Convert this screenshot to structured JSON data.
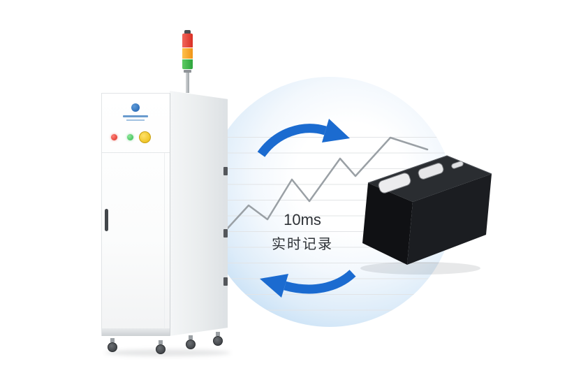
{
  "caption": {
    "line1": "10ms",
    "line2": "实时记录"
  },
  "colors": {
    "accent_blue": "#1b6bd0",
    "circle_edge": "#9cc6ec",
    "ruled_line": "#e2e4e6",
    "trend_line": "#9aa0a5",
    "caption_text": "#2d3136",
    "tower_red": "#d92f24",
    "tower_amber": "#ef9416",
    "tower_green": "#2da43c",
    "led_red": "#d8281e",
    "led_green": "#2eb84c",
    "button_yellow": "#e9b90e",
    "battery_body": "#17191c"
  },
  "icons": {
    "cycle_arrow_top": "curved-arrow-clockwise-right",
    "cycle_arrow_bottom": "curved-arrow-clockwise-left",
    "trend": "zigzag-uptrend-line",
    "signal_tower": "stack-light-red-amber-green",
    "brand_logo": "blue-circle-logo"
  }
}
